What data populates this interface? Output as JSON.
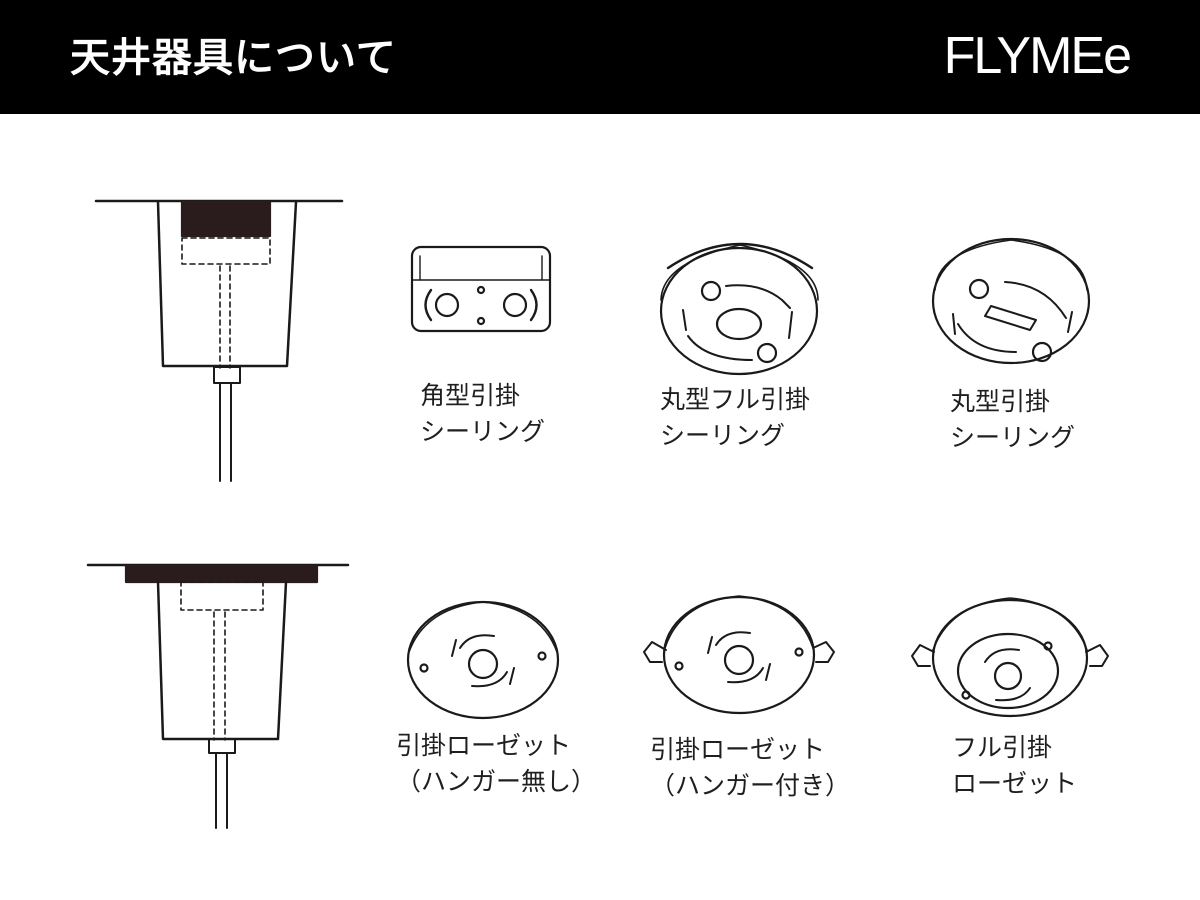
{
  "header": {
    "title": "天井器具について",
    "brand": "FLYMEe"
  },
  "fixtures": [
    {
      "line1": "角型引掛",
      "line2": "シーリング",
      "icon": "square-hook-ceiling-icon"
    },
    {
      "line1": "丸型フル引掛",
      "line2": "シーリング",
      "icon": "round-full-hook-ceiling-icon"
    },
    {
      "line1": "丸型引掛",
      "line2": "シーリング",
      "icon": "round-hook-ceiling-icon"
    },
    {
      "line1": "引掛ローゼット",
      "line2": "（ハンガー無し）",
      "icon": "hook-rosette-no-hanger-icon"
    },
    {
      "line1": "引掛ローゼット",
      "line2": "（ハンガー付き）",
      "icon": "hook-rosette-with-hanger-icon"
    },
    {
      "line1": "フル引掛",
      "line2": "ローゼット",
      "icon": "full-hook-rosette-icon"
    }
  ],
  "colors": {
    "header_bg": "#000000",
    "stroke": "#1a1a1a",
    "mount_fill": "#2a1c1c"
  }
}
